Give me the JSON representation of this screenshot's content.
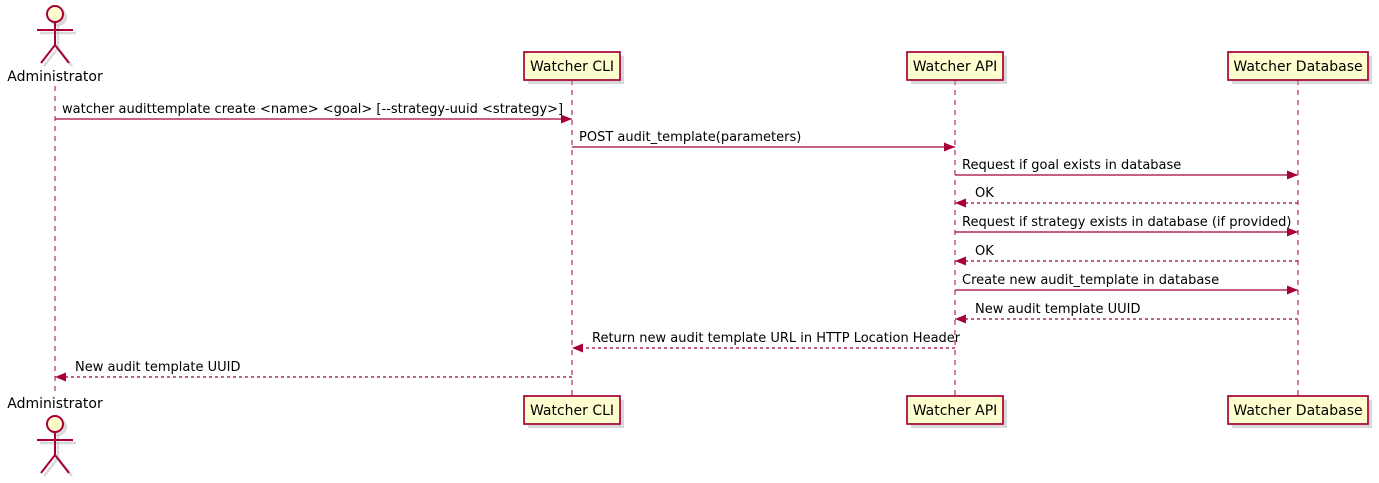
{
  "diagram": {
    "type": "sequence",
    "colors": {
      "accent": "#A80036",
      "box_fill": "#FEFECE",
      "text": "#000000",
      "shadow": "#A9A9A9",
      "background": "#FFFFFF"
    },
    "actor": {
      "label": "Administrator"
    },
    "participants": [
      {
        "label": "Watcher CLI"
      },
      {
        "label": "Watcher API"
      },
      {
        "label": "Watcher Database"
      }
    ],
    "messages": [
      {
        "from": "Administrator",
        "to": "Watcher CLI",
        "style": "solid",
        "label": "watcher audittemplate create <name> <goal> [--strategy-uuid <strategy>]"
      },
      {
        "from": "Watcher CLI",
        "to": "Watcher API",
        "style": "solid",
        "label": "POST audit_template(parameters)"
      },
      {
        "from": "Watcher API",
        "to": "Watcher Database",
        "style": "solid",
        "label": "Request if goal exists in database"
      },
      {
        "from": "Watcher Database",
        "to": "Watcher API",
        "style": "dashed",
        "label": "OK"
      },
      {
        "from": "Watcher API",
        "to": "Watcher Database",
        "style": "solid",
        "label": "Request if strategy exists in database (if provided)"
      },
      {
        "from": "Watcher Database",
        "to": "Watcher API",
        "style": "dashed",
        "label": "OK"
      },
      {
        "from": "Watcher API",
        "to": "Watcher Database",
        "style": "solid",
        "label": "Create new audit_template in database"
      },
      {
        "from": "Watcher Database",
        "to": "Watcher API",
        "style": "dashed",
        "label": "New audit template UUID"
      },
      {
        "from": "Watcher API",
        "to": "Watcher CLI",
        "style": "dashed",
        "label": "Return new audit template URL in HTTP Location Header"
      },
      {
        "from": "Watcher CLI",
        "to": "Administrator",
        "style": "dashed",
        "label": "New audit template UUID"
      }
    ]
  }
}
